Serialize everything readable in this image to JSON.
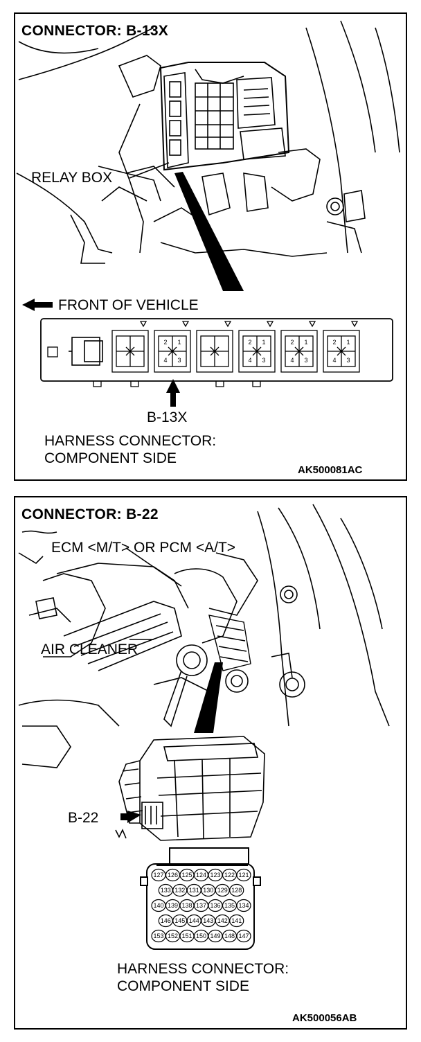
{
  "top_panel": {
    "title": "CONNECTOR: B-13X",
    "relay_box_label": "RELAY BOX",
    "front_label": "FRONT OF VEHICLE",
    "connector_label": "B-13X",
    "harness_line1": "HARNESS CONNECTOR:",
    "harness_line2": "COMPONENT SIDE",
    "figure_code": "AK500081AC",
    "relay_pins": [
      "2",
      "1",
      "4",
      "3"
    ]
  },
  "bottom_panel": {
    "title": "CONNECTOR: B-22",
    "ecm_label": "ECM <M/T> OR PCM <A/T>",
    "air_cleaner_label": "AIR CLEANER",
    "connector_label": "B-22",
    "harness_line1": "HARNESS CONNECTOR:",
    "harness_line2": "COMPONENT SIDE",
    "figure_code": "AK500056AB",
    "pin_rows": [
      [
        "127",
        "126",
        "125",
        "124",
        "123",
        "122",
        "121"
      ],
      [
        "133",
        "132",
        "131",
        "130",
        "129",
        "128"
      ],
      [
        "140",
        "139",
        "138",
        "137",
        "136",
        "135",
        "134"
      ],
      [
        "146",
        "145",
        "144",
        "143",
        "142",
        "141"
      ],
      [
        "153",
        "152",
        "151",
        "150",
        "149",
        "148",
        "147"
      ]
    ]
  }
}
